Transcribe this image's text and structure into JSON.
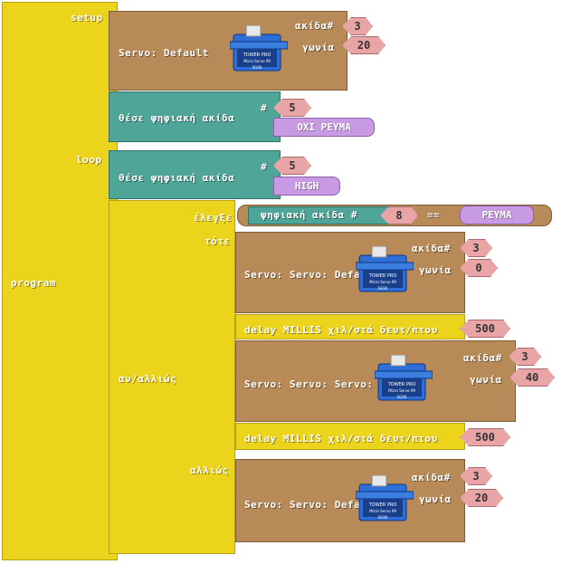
{
  "program": {
    "label": "program",
    "setup_label": "setup",
    "loop_label": "loop"
  },
  "setup": {
    "servo": {
      "label": "Servo: Default",
      "pin_label": "ακίδα#",
      "pin": "3",
      "angle_label": "γωνία",
      "angle": "20"
    },
    "digital": {
      "label": "θέσε ψηφιακή ακίδα",
      "pin_label": "#",
      "pin": "5",
      "value": "ΟΧΙ ΡΕΥΜΑ"
    }
  },
  "loop": {
    "digital": {
      "label": "θέσε ψηφιακή ακίδα",
      "pin_label": "#",
      "pin": "5",
      "value": "HIGH"
    },
    "ifelse": {
      "label": "αν/αλλιώς",
      "check_label": "έλεγξε",
      "then_label": "τότε",
      "else_label": "αλλιώς",
      "condition": {
        "label": "ψηφιακή ακίδα #",
        "pin": "8",
        "operator": "==",
        "value": "ΡΕΥΜΑ"
      },
      "then": {
        "servo1": {
          "label": "Servo: Servo: Default",
          "pin_label": "ακίδα#",
          "pin": "3",
          "angle_label": "γωνία",
          "angle": "0"
        },
        "delay1": {
          "label": "delay MILLIS  χιλ/στά δευτ/πτου",
          "value": "500"
        },
        "servo2": {
          "label": "Servo: Servo: Servo: Default",
          "pin_label": "ακίδα#",
          "pin": "3",
          "angle_label": "γωνία",
          "angle": "40"
        },
        "delay2": {
          "label": "delay MILLIS  χιλ/στά δευτ/πτου",
          "value": "500"
        }
      },
      "else": {
        "servo": {
          "label": "Servo: Servo: Default",
          "pin_label": "ακίδα#",
          "pin": "3",
          "angle_label": "γωνία",
          "angle": "20"
        }
      }
    }
  },
  "servo_image": {
    "brand": "TOWER PRO",
    "model": "Micro Servo 99",
    "part": "SG90"
  },
  "colors": {
    "control": "#ecd41c",
    "servo": "#b88a58",
    "digital": "#4fa597",
    "number": "#e9a5a5",
    "constant": "#c89ae4"
  }
}
